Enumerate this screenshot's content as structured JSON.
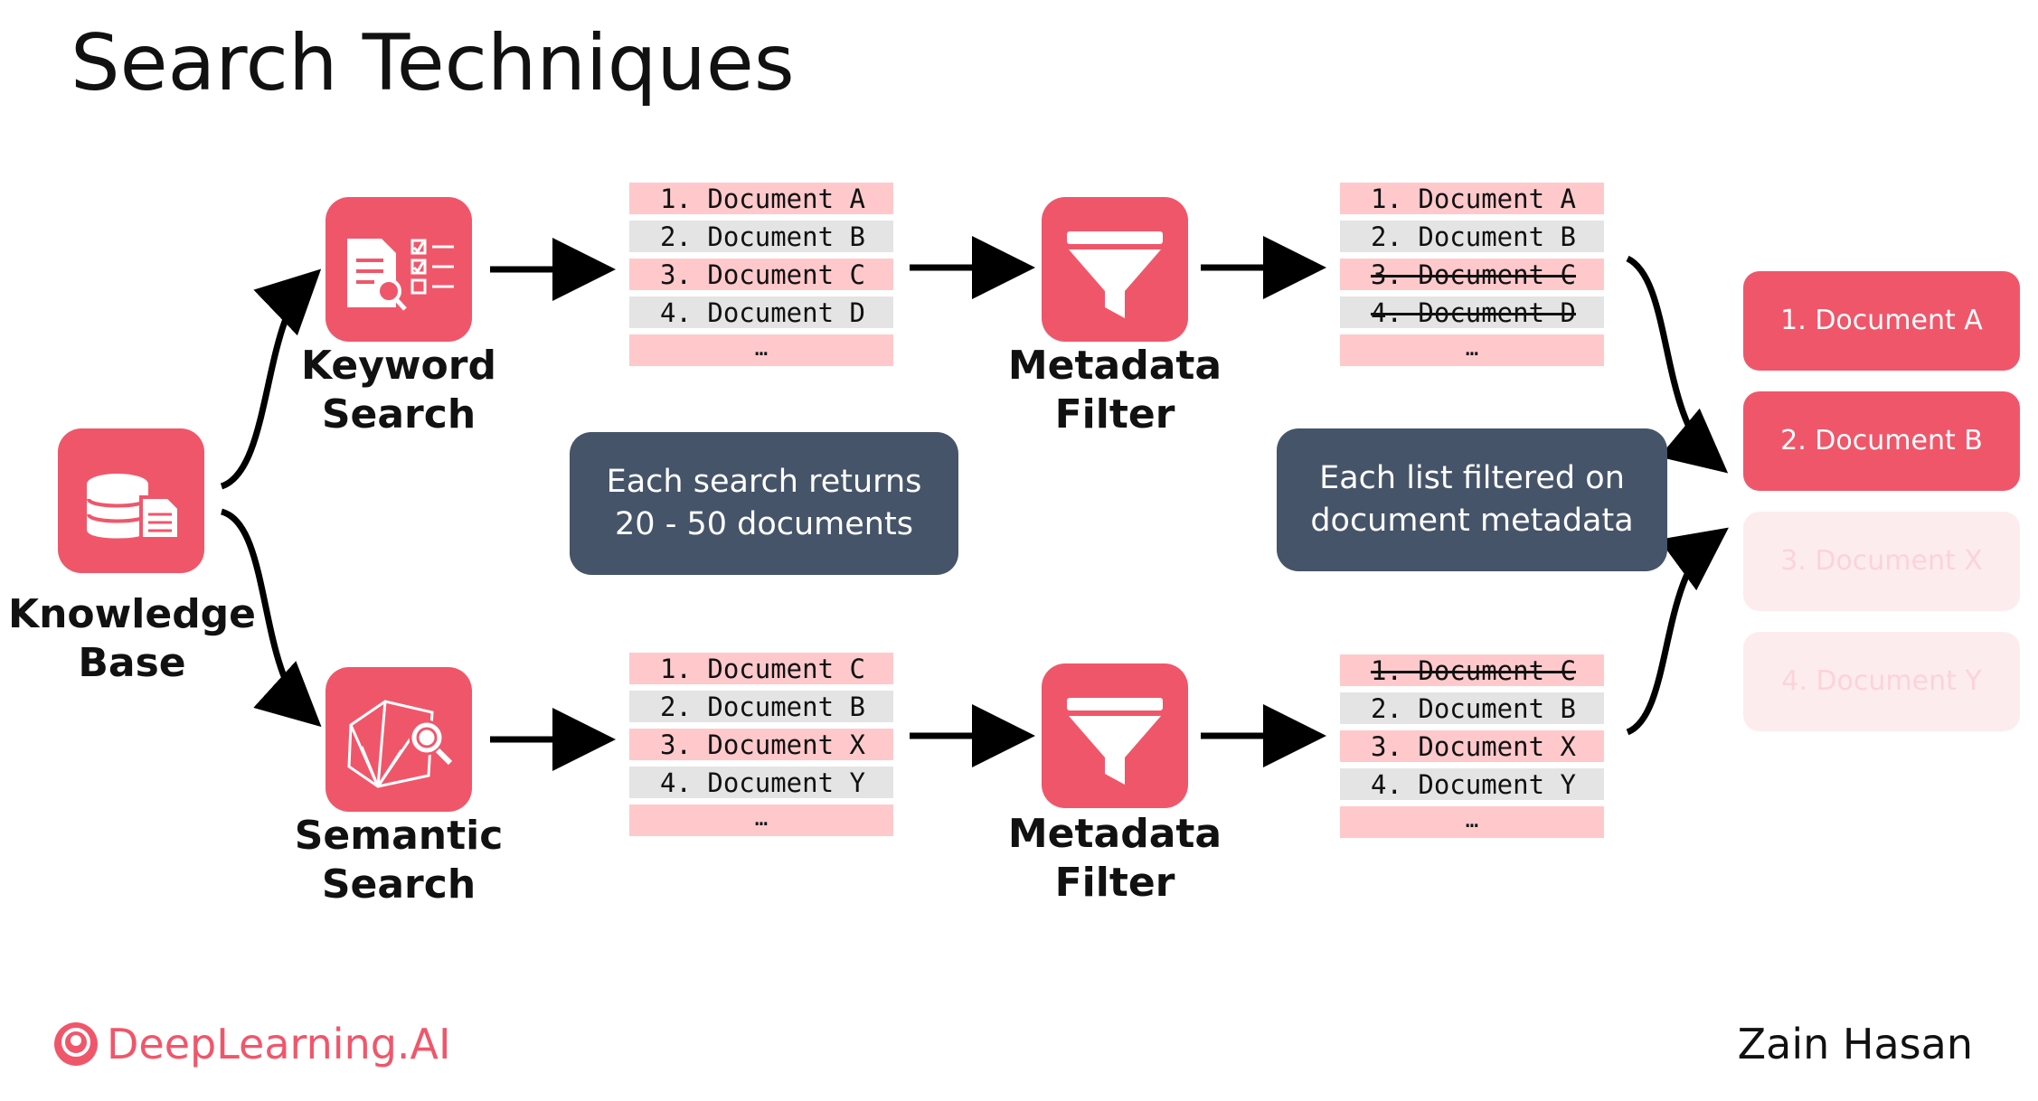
{
  "title": "Search Techniques",
  "knowledge_base": {
    "label_line1": "Knowledge",
    "label_line2": "Base",
    "icon": "database-document-icon"
  },
  "keyword_search": {
    "label_line1": "Keyword",
    "label_line2": "Search",
    "icon": "document-checklist-search-icon"
  },
  "semantic_search": {
    "label_line1": "Semantic",
    "label_line2": "Search",
    "icon": "vector-space-search-icon"
  },
  "metadata_filter_top": {
    "label_line1": "Metadata",
    "label_line2": "Filter",
    "icon": "funnel-icon"
  },
  "metadata_filter_bottom": {
    "label_line1": "Metadata",
    "label_line2": "Filter",
    "icon": "funnel-icon"
  },
  "keyword_results": [
    "1. Document A",
    "2. Document B",
    "3. Document C",
    "4. Document D",
    "…"
  ],
  "semantic_results": [
    "1. Document C",
    "2. Document B",
    "3. Document X",
    "4. Document Y",
    "…"
  ],
  "keyword_filtered": [
    {
      "text": "1. Document A",
      "struck": false
    },
    {
      "text": "2. Document B",
      "struck": false
    },
    {
      "text": "3. Document C",
      "struck": true
    },
    {
      "text": "4. Document D",
      "struck": true
    },
    {
      "text": "…",
      "struck": false
    }
  ],
  "semantic_filtered": [
    {
      "text": "1. Document C",
      "struck": true
    },
    {
      "text": "2. Document B",
      "struck": false
    },
    {
      "text": "3. Document X",
      "struck": false
    },
    {
      "text": "4. Document Y",
      "struck": false
    },
    {
      "text": "…",
      "struck": false
    }
  ],
  "callouts": {
    "search_line1": "Each search returns",
    "search_line2": "20 - 50 documents",
    "filter_line1": "Each list filtered on",
    "filter_line2": "document metadata"
  },
  "final_results": [
    {
      "text": "1. Document A",
      "faded": false
    },
    {
      "text": "2. Document B",
      "faded": false
    },
    {
      "text": "3. Document X",
      "faded": true
    },
    {
      "text": "4. Document Y",
      "faded": true
    }
  ],
  "colors": {
    "accent": "#f0566a",
    "callout": "#465469",
    "row_pink": "#ffc9cc",
    "row_gray": "#e4e4e4"
  },
  "brand": {
    "name": "DeepLearning.AI",
    "icon": "deeplearning-logo-icon"
  },
  "author": "Zain Hasan"
}
